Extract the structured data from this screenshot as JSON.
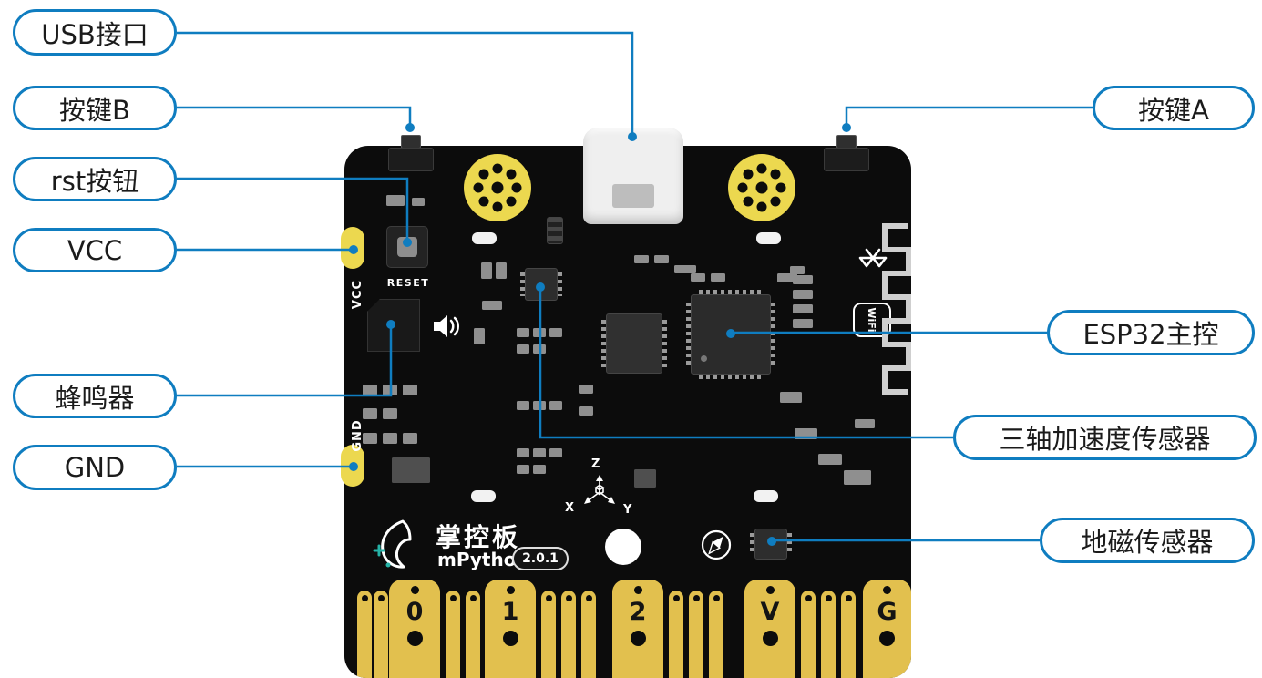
{
  "labels": {
    "left": [
      {
        "text": "USB接口"
      },
      {
        "text": "按键B"
      },
      {
        "text": "rst按钮"
      },
      {
        "text": "VCC"
      },
      {
        "text": "蜂鸣器"
      },
      {
        "text": "GND"
      }
    ],
    "right": [
      {
        "text": "按键A"
      },
      {
        "text": "ESP32主控"
      },
      {
        "text": "三轴加速度传感器"
      },
      {
        "text": "地磁传感器"
      }
    ]
  },
  "board": {
    "reset_label": "RESET",
    "vcc_label": "VCC",
    "gnd_label": "GND",
    "wifi_label": "WiFi",
    "brand": "掌控板",
    "brand_sub": "mPython",
    "version": "2.0.1",
    "axis": {
      "x": "X",
      "y": "Y",
      "z": "Z"
    },
    "edge_pins": [
      "0",
      "1",
      "2",
      "V",
      "G"
    ]
  },
  "icons": {
    "bluetooth": "bluetooth-icon",
    "wifi": "wifi-badge",
    "speaker": "speaker-icon",
    "compass": "compass-icon",
    "flame_logo": "flame-logo-icon",
    "axis_cube": "axis-cube-icon"
  },
  "colors": {
    "accent": "#0f7dc0",
    "board": "#0c0c0c",
    "pad_gold": "#e2c04e",
    "hole_yellow": "#ecd84f",
    "logo_teal": "#25b3a7"
  }
}
